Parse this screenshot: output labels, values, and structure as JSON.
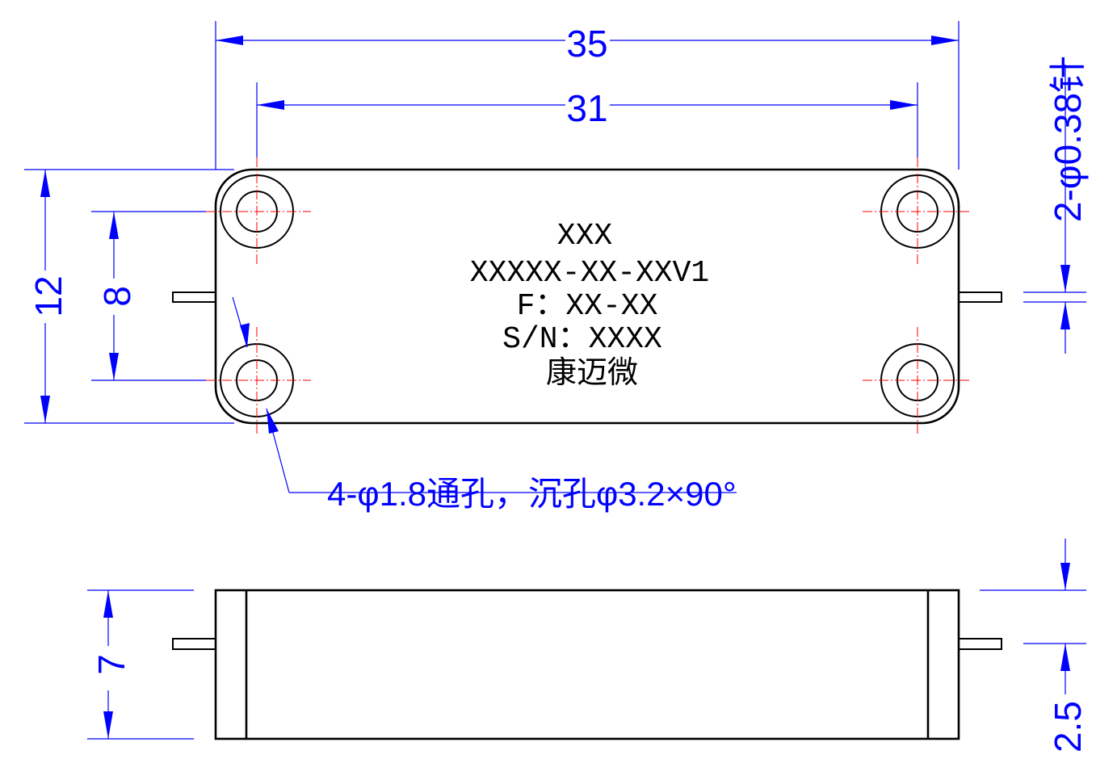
{
  "dimensions": {
    "overall_length": "35",
    "hole_spacing_x": "31",
    "overall_width": "12",
    "hole_spacing_y": "8",
    "pin_spec": "2-φ0.38针",
    "height": "7",
    "pin_height": "2.5"
  },
  "callout": {
    "hole_note": "4-φ1.8通孔，沉孔φ3.2×90°"
  },
  "nameplate": {
    "line1": "XXX",
    "line2": "XXXXX-XX-XXV1",
    "line3": "F：XX-XX",
    "line4": "S/N：XXXX",
    "line5": "康迈微"
  },
  "colors": {
    "outline": "#000000",
    "dimension": "#0000ff",
    "centerline": "#ff0000"
  }
}
